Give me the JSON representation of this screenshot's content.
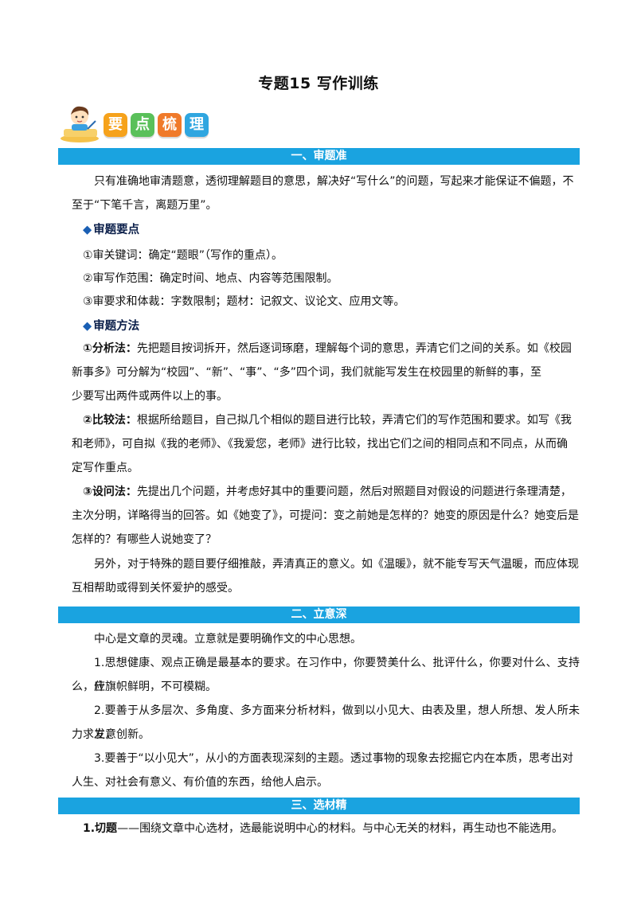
{
  "doc_title": "专题15 写作训练",
  "logo": {
    "tiles": [
      "要",
      "点",
      "梳",
      "理"
    ],
    "tile_colors": [
      "#f6a21b",
      "#5ac05a",
      "#f07a2a",
      "#2fa6e0"
    ]
  },
  "sections": {
    "s1": {
      "heading": "一、审题准"
    },
    "s2": {
      "heading": "二、立意深"
    },
    "s3": {
      "heading": "三、选材精"
    }
  },
  "s1": {
    "intro_l1": "只有准确地审清题意，透彻理解题目的意思，解决好“写什么”的问题，写起来才能保证不偏题，不",
    "intro_l2": "至于“下笔千言，离题万里”。",
    "sub1": "审题要点",
    "points": [
      "①审关键词：确定“题眼”（写作的重点）。",
      "②审写作范围：确定时间、地点、内容等范围限制。",
      "③审要求和体裁：字数限制；题材：记叙文、议论文、应用文等。"
    ],
    "sub2": "审题方法",
    "m1_label": "①分析法：",
    "m1_l1": "先把题目按词拆开，然后逐词琢磨，理解每个词的意思，弄清它们之间的关系。如《校园",
    "m1_l2": "新事多》可分解为“校园”、“新”、“事”、“多”四个词，我们就能写发生在校园里的新鲜的事，至",
    "m1_l3": "少要写出两件或两件以上的事。",
    "m2_label": "②比较法：",
    "m2_l1": "根据所给题目，自己拟几个相似的题目进行比较，弄清它们的写作范围和要求。如写《我",
    "m2_l2": "和老师》，可自拟《我的老师》、《我爱您，老师》进行比较，找出它们之间的相同点和不同点，从而确",
    "m2_l3": "定写作重点。",
    "m3_label": "③设问法：",
    "m3_l1": "先提出几个问题，并考虑好其中的重要问题，然后对照题目对假设的问题进行条理清楚，",
    "m3_l2": "主次分明，详略得当的回答。如《她变了》，可提问：变之前她是怎样的？她变的原因是什么？她变后是",
    "m3_l3": "怎样的？有哪些人说她变了？",
    "extra_l1": "另外，对于特殊的题目要仔细推敲，弄清真正的意义。如《温暖》，就不能专写天气温暖，而应体现",
    "extra_l2": "互相帮助或得到关怀爱护的感受。"
  },
  "s2": {
    "intro": "中心是文章的灵魂。立意就是要明确作文的中心思想。",
    "p1_l1": "1.思想健康、观点正确是最基本的要求。在习作中，你要赞美什么、批评什么，你要对什么、支持什",
    "p1_l2": "么，应旗帜鲜明，不可模糊。",
    "p2_l1": "2.要善于从多层次、多角度、多方面来分析材料，做到以小见大、由表及里，想人所想、发人所未发，",
    "p2_l2": "力求立意创新。",
    "p3_l1": "3.要善于“以小见大”，从小的方面表现深刻的主题。透过事物的现象去挖掘它内在本质，思考出对",
    "p3_l2": "人生、对社会有意义、有价值的东西，给他人启示。"
  },
  "s3": {
    "p1_label": "1.切题",
    "p1_text": "——围绕文章中心选材，选最能说明中心的材料。与中心无关的材料，再生动也不能选用。"
  }
}
